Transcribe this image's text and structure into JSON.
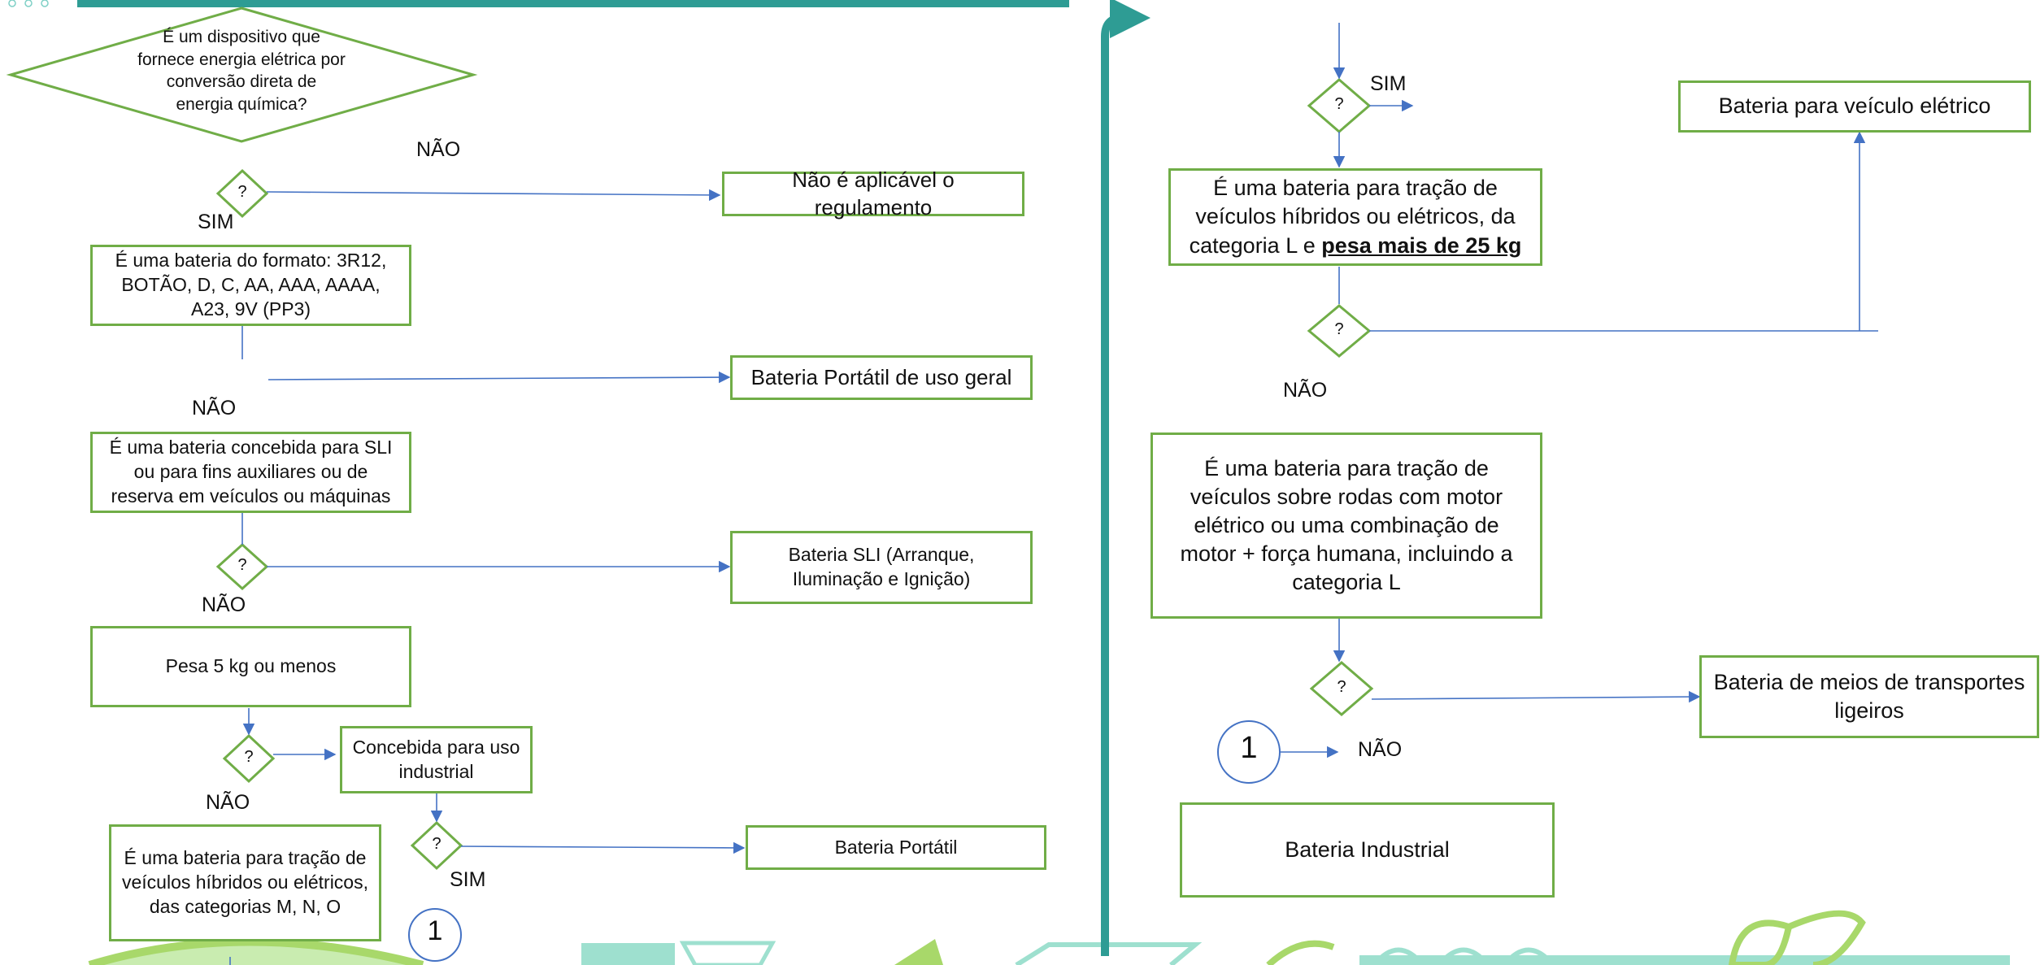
{
  "colors": {
    "box_border": "#70ad47",
    "connector": "#4472c4",
    "teal_bar": "#2e9c94",
    "decor_light": "#9ee0cf",
    "decor_green": "#a8d86a",
    "text": "#111111"
  },
  "flowchart": {
    "start_question": "É um dispositivo que fornece energia elétrica por conversão direta de energia química?",
    "diamond_mark": "?",
    "labels": {
      "sim": "SIM",
      "nao": "NÃO"
    },
    "boxes": {
      "not_applicable": "Não é aplicável o regulamento",
      "format_question": "É uma bateria do formato: 3R12, BOTÃO, D, C, AA, AAA, AAAA, A23, 9V (PP3)",
      "portable_general": "Bateria Portátil de uso geral",
      "sli_question": "É uma bateria concebida para SLI ou para fins auxiliares ou de reserva em veículos ou máquinas",
      "sli_result": "Bateria SLI (Arranque, Iluminação e Ignição)",
      "weight_question": "Pesa 5 kg ou menos",
      "industrial_use_question": "Concebida para uso industrial",
      "portable_result": "Bateria Portátil",
      "traction_mno_question": "É uma bateria para tração de veículos híbridos ou elétricos, das categorias M, N, O",
      "ev_result": "Bateria para veículo elétrico",
      "traction_l_question_prefix": "É uma bateria para tração de veículos híbridos ou elétricos, da categoria L e ",
      "traction_l_question_emphasis": "pesa mais de 25 kg",
      "light_transport_question": "É uma bateria para tração de veículos sobre rodas com motor elétrico ou uma combinação de motor + força humana, incluindo a categoria L",
      "light_transport_result": "Bateria de meios de transportes ligeiros",
      "industrial_result": "Bateria Industrial"
    },
    "connector_number": "1"
  }
}
